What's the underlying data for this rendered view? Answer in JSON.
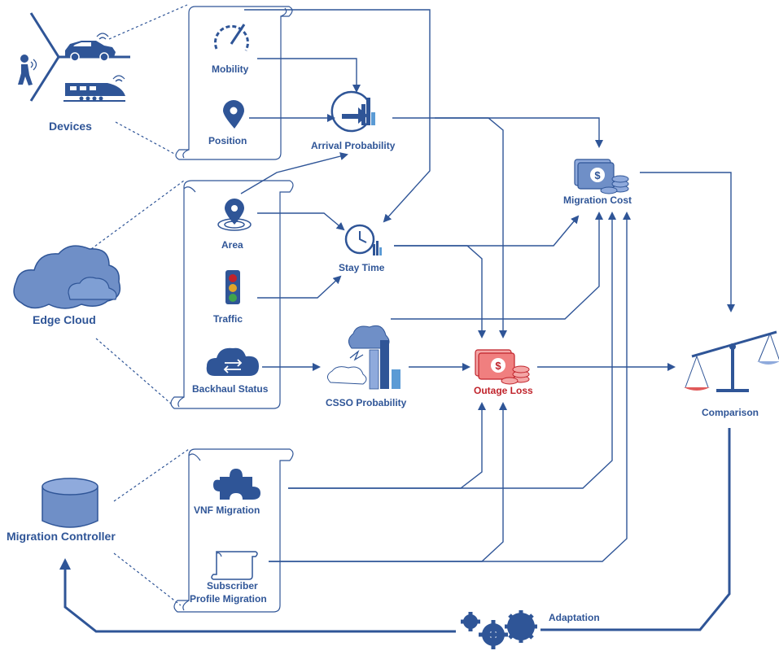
{
  "labels": {
    "devices": "Devices",
    "edge_cloud": "Edge Cloud",
    "migration_controller": "Migration Controller",
    "mobility": "Mobility",
    "position": "Position",
    "area": "Area",
    "traffic": "Traffic",
    "backhaul_status": "Backhaul Status",
    "vnf_migration": "VNF Migration",
    "subscriber_line1": "Subscriber",
    "subscriber_line2": "Profile Migration",
    "arrival_probability": "Arrival Probability",
    "stay_time": "Stay Time",
    "csso_probability": "CSSO Probability",
    "migration_cost": "Migration Cost",
    "outage_loss": "Outage Loss",
    "comparison": "Comparison",
    "adaptation": "Adaptation"
  },
  "icons": {
    "money_symbol": "$"
  },
  "colors": {
    "primary": "#2f5597",
    "light_blue": "#8faadc",
    "red": "#c0232b",
    "pink": "#f4a6a6"
  }
}
